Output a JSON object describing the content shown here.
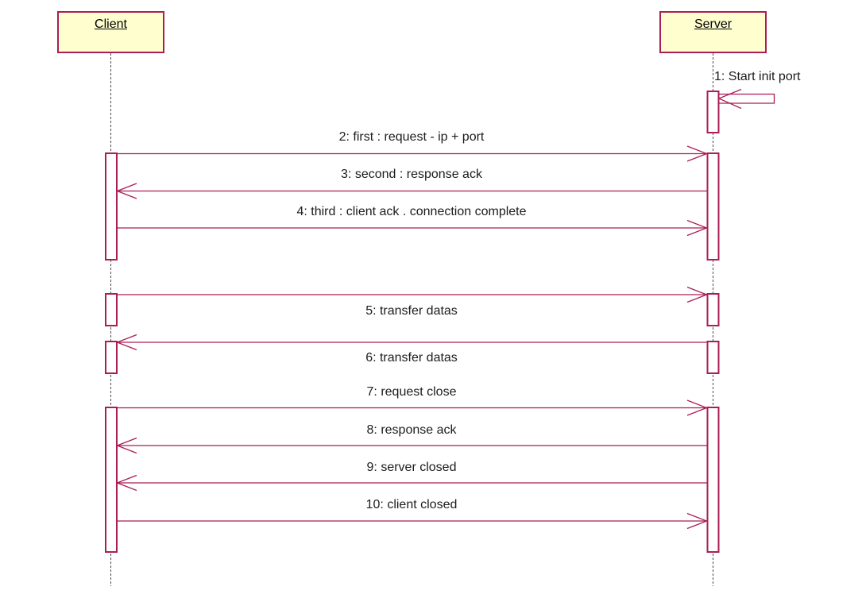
{
  "diagram": {
    "type": "uml-sequence-diagram",
    "accent_color": "#AA1D55",
    "actor_fill": "#FEFECE",
    "activation_fill": "#FFFFFF",
    "lifeline_color": "#4B4B4B",
    "text_color": "#1C1C1C"
  },
  "actors": [
    {
      "id": "client",
      "label": "Client"
    },
    {
      "id": "server",
      "label": "Server"
    }
  ],
  "messages": [
    {
      "seq": 1,
      "label": "1: Start init port",
      "from": "external",
      "to": "Server",
      "kind": "found"
    },
    {
      "seq": 2,
      "label": "2: first : request - ip + port",
      "from": "Client",
      "to": "Server",
      "kind": "call"
    },
    {
      "seq": 3,
      "label": "3: second : response ack",
      "from": "Server",
      "to": "Client",
      "kind": "call"
    },
    {
      "seq": 4,
      "label": "4: third : client ack . connection complete",
      "from": "Client",
      "to": "Server",
      "kind": "call"
    },
    {
      "seq": 5,
      "label": "5: transfer datas",
      "from": "Client",
      "to": "Server",
      "kind": "call"
    },
    {
      "seq": 6,
      "label": "6: transfer datas",
      "from": "Server",
      "to": "Client",
      "kind": "call"
    },
    {
      "seq": 7,
      "label": "7: request close",
      "from": "Client",
      "to": "Server",
      "kind": "call"
    },
    {
      "seq": 8,
      "label": "8: response ack",
      "from": "Server",
      "to": "Client",
      "kind": "call"
    },
    {
      "seq": 9,
      "label": "9: server closed",
      "from": "Server",
      "to": "Client",
      "kind": "call"
    },
    {
      "seq": 10,
      "label": "10: client closed",
      "from": "Client",
      "to": "Server",
      "kind": "call"
    }
  ]
}
